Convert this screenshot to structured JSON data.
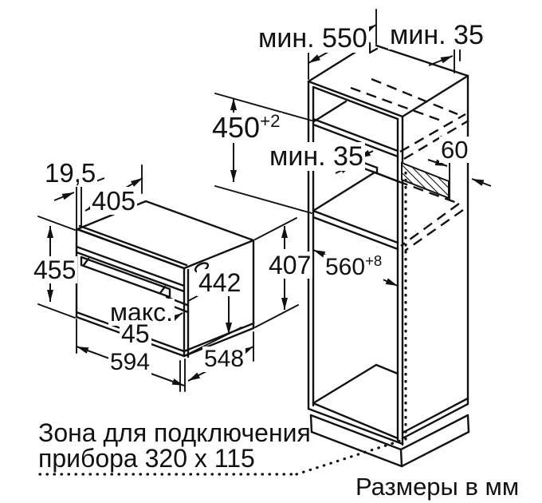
{
  "colors": {
    "line": "#111111",
    "background": "#ffffff"
  },
  "labels": {
    "min_depth_top": "мин. 550",
    "min_gap_top_right": "мин. 35",
    "niche_height": "450",
    "niche_height_tol": "+2",
    "min_gap_shelf": "мин. 35",
    "zone_offset": "60",
    "frame_overhang": "19,5",
    "top_depth": "405",
    "appliance_height": "455",
    "door_height": "442",
    "body_height": "407",
    "max_prefix": "макс.",
    "max_value": "45",
    "appliance_width": "594",
    "appliance_depth": "548",
    "niche_width": "560",
    "niche_width_tol": "+8",
    "note_line1": "Зона для подключения",
    "note_line2": "прибора 320 x 115",
    "units": "Размеры в мм"
  }
}
